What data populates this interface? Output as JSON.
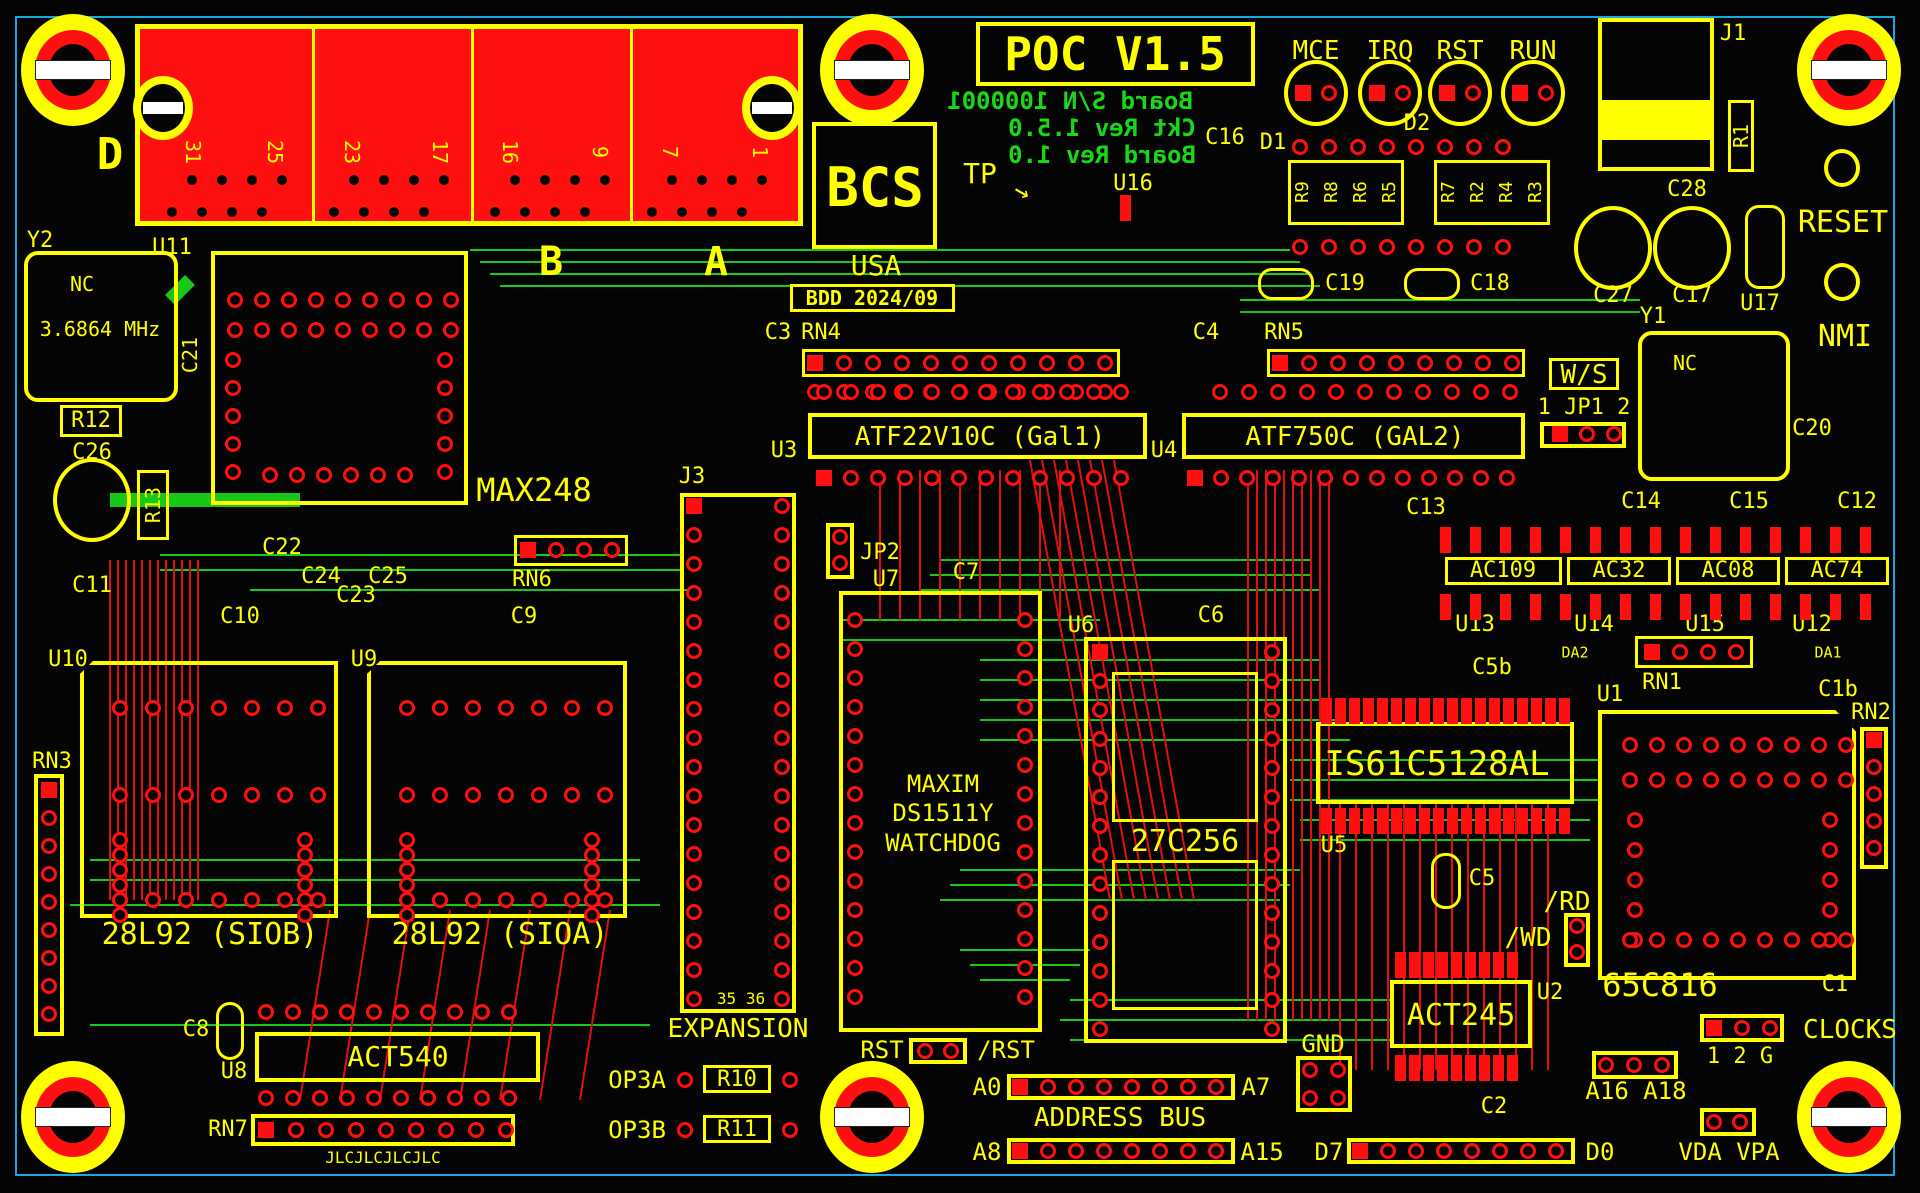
{
  "board": {
    "title": "POC V1.5",
    "logo": "BCS",
    "country": "USA",
    "date_code": "BDD 2024/09",
    "serial_mirrored": "Board S/N 1000001",
    "ckt_rev_mirrored": "Ckt Rev 1.5.0",
    "board_rev_mirrored": "Board Rev 1.0",
    "fab_marking": "JLCJLCJLCJLC"
  },
  "leds": [
    "MCE",
    "IRQ",
    "RST",
    "RUN"
  ],
  "connectors": {
    "db_label_d": "D",
    "db_label_b": "B",
    "db_label_a": "A",
    "pin_31": "31",
    "pin_25": "25",
    "pin_23": "23",
    "pin_17": "17",
    "pin_16": "16",
    "pin_9": "9",
    "pin_7": "7",
    "pin_1": "1",
    "j1": "J1",
    "j3": "J3",
    "expansion": "EXPANSION",
    "exp_pins": "35 36",
    "reset": "RESET",
    "nmi": "NMI",
    "tp": "TP",
    "clocks": "CLOCKS",
    "clocks_pins": "1 2 G",
    "a16_a18": "A16 A18",
    "vda_vpa": "VDA VPA",
    "gnd": "GND",
    "rst": "RST",
    "nrst": "/RST",
    "a0": "A0",
    "a7": "A7",
    "a8": "A8",
    "a15": "A15",
    "address_bus": "ADDRESS BUS",
    "d7": "D7",
    "d0": "D0",
    "op3a": "OP3A",
    "op3b": "OP3B",
    "nrd": "/RD",
    "nwd": "/WD",
    "ws": "W/S",
    "jp1": "1 JP1 2",
    "jp2": "JP2"
  },
  "chips": {
    "max248": "MAX248",
    "gal1": "ATF22V10C (Gal1)",
    "gal2": "ATF750C (GAL2)",
    "watchdog_1": "MAXIM",
    "watchdog_2": "DS1511Y",
    "watchdog_3": "WATCHDOG",
    "eprom": "27C256",
    "sram": "IS61C5128AL",
    "cpu": "65C816",
    "act245": "ACT245",
    "act540": "ACT540",
    "siob": "28L92 (SIOB)",
    "sioa": "28L92 (SIOA)",
    "ac109": "AC109",
    "ac32": "AC32",
    "ac08": "AC08",
    "ac74": "AC74",
    "crystal": "3.6864 MHz",
    "nc": "NC",
    "nc2": "NC"
  },
  "refdes": {
    "u1": "U1",
    "u2": "U2",
    "u3": "U3",
    "u4": "U4",
    "u5": "U5",
    "u6": "U6",
    "u7": "U7",
    "u8": "U8",
    "u9": "U9",
    "u10": "U10",
    "u11": "U11",
    "u12": "U12",
    "u13": "U13",
    "u14": "U14",
    "u15": "U15",
    "u16": "U16",
    "u17": "U17",
    "y1": "Y1",
    "y2": "Y2",
    "d1": "D1",
    "d2": "D2",
    "r1": "R1",
    "r2": "R2",
    "r3": "R3",
    "r4": "R4",
    "r5": "R5",
    "r6": "R6",
    "r7": "R7",
    "r8": "R8",
    "r9": "R9",
    "r10": "R10",
    "r11": "R11",
    "r12": "R12",
    "r13": "R13",
    "rn1": "RN1",
    "rn2": "RN2",
    "rn3": "RN3",
    "rn4": "RN4",
    "rn5": "RN5",
    "rn6": "RN6",
    "rn7": "RN7",
    "c1": "C1",
    "c1b": "C1b",
    "c2": "C2",
    "c3": "C3",
    "c4": "C4",
    "c5": "C5",
    "c5b": "C5b",
    "c6": "C6",
    "c7": "C7",
    "c8": "C8",
    "c9": "C9",
    "c10": "C10",
    "c11": "C11",
    "c12": "C12",
    "c13": "C13",
    "c14": "C14",
    "c15": "C15",
    "c16": "C16",
    "c17": "C17",
    "c18": "C18",
    "c19": "C19",
    "c20": "C20",
    "c21": "C21",
    "c22": "C22",
    "c23": "C23",
    "c24": "C24",
    "c25": "C25",
    "c26": "C26",
    "c27": "C27",
    "c28": "C28",
    "da1": "DA1",
    "da2": "DA2"
  },
  "colors": {
    "silk": "#ffff00",
    "copper_top": "#ff1010",
    "copper_bottom": "#18d818",
    "edge": "#19a7e0",
    "background": "#050505"
  }
}
